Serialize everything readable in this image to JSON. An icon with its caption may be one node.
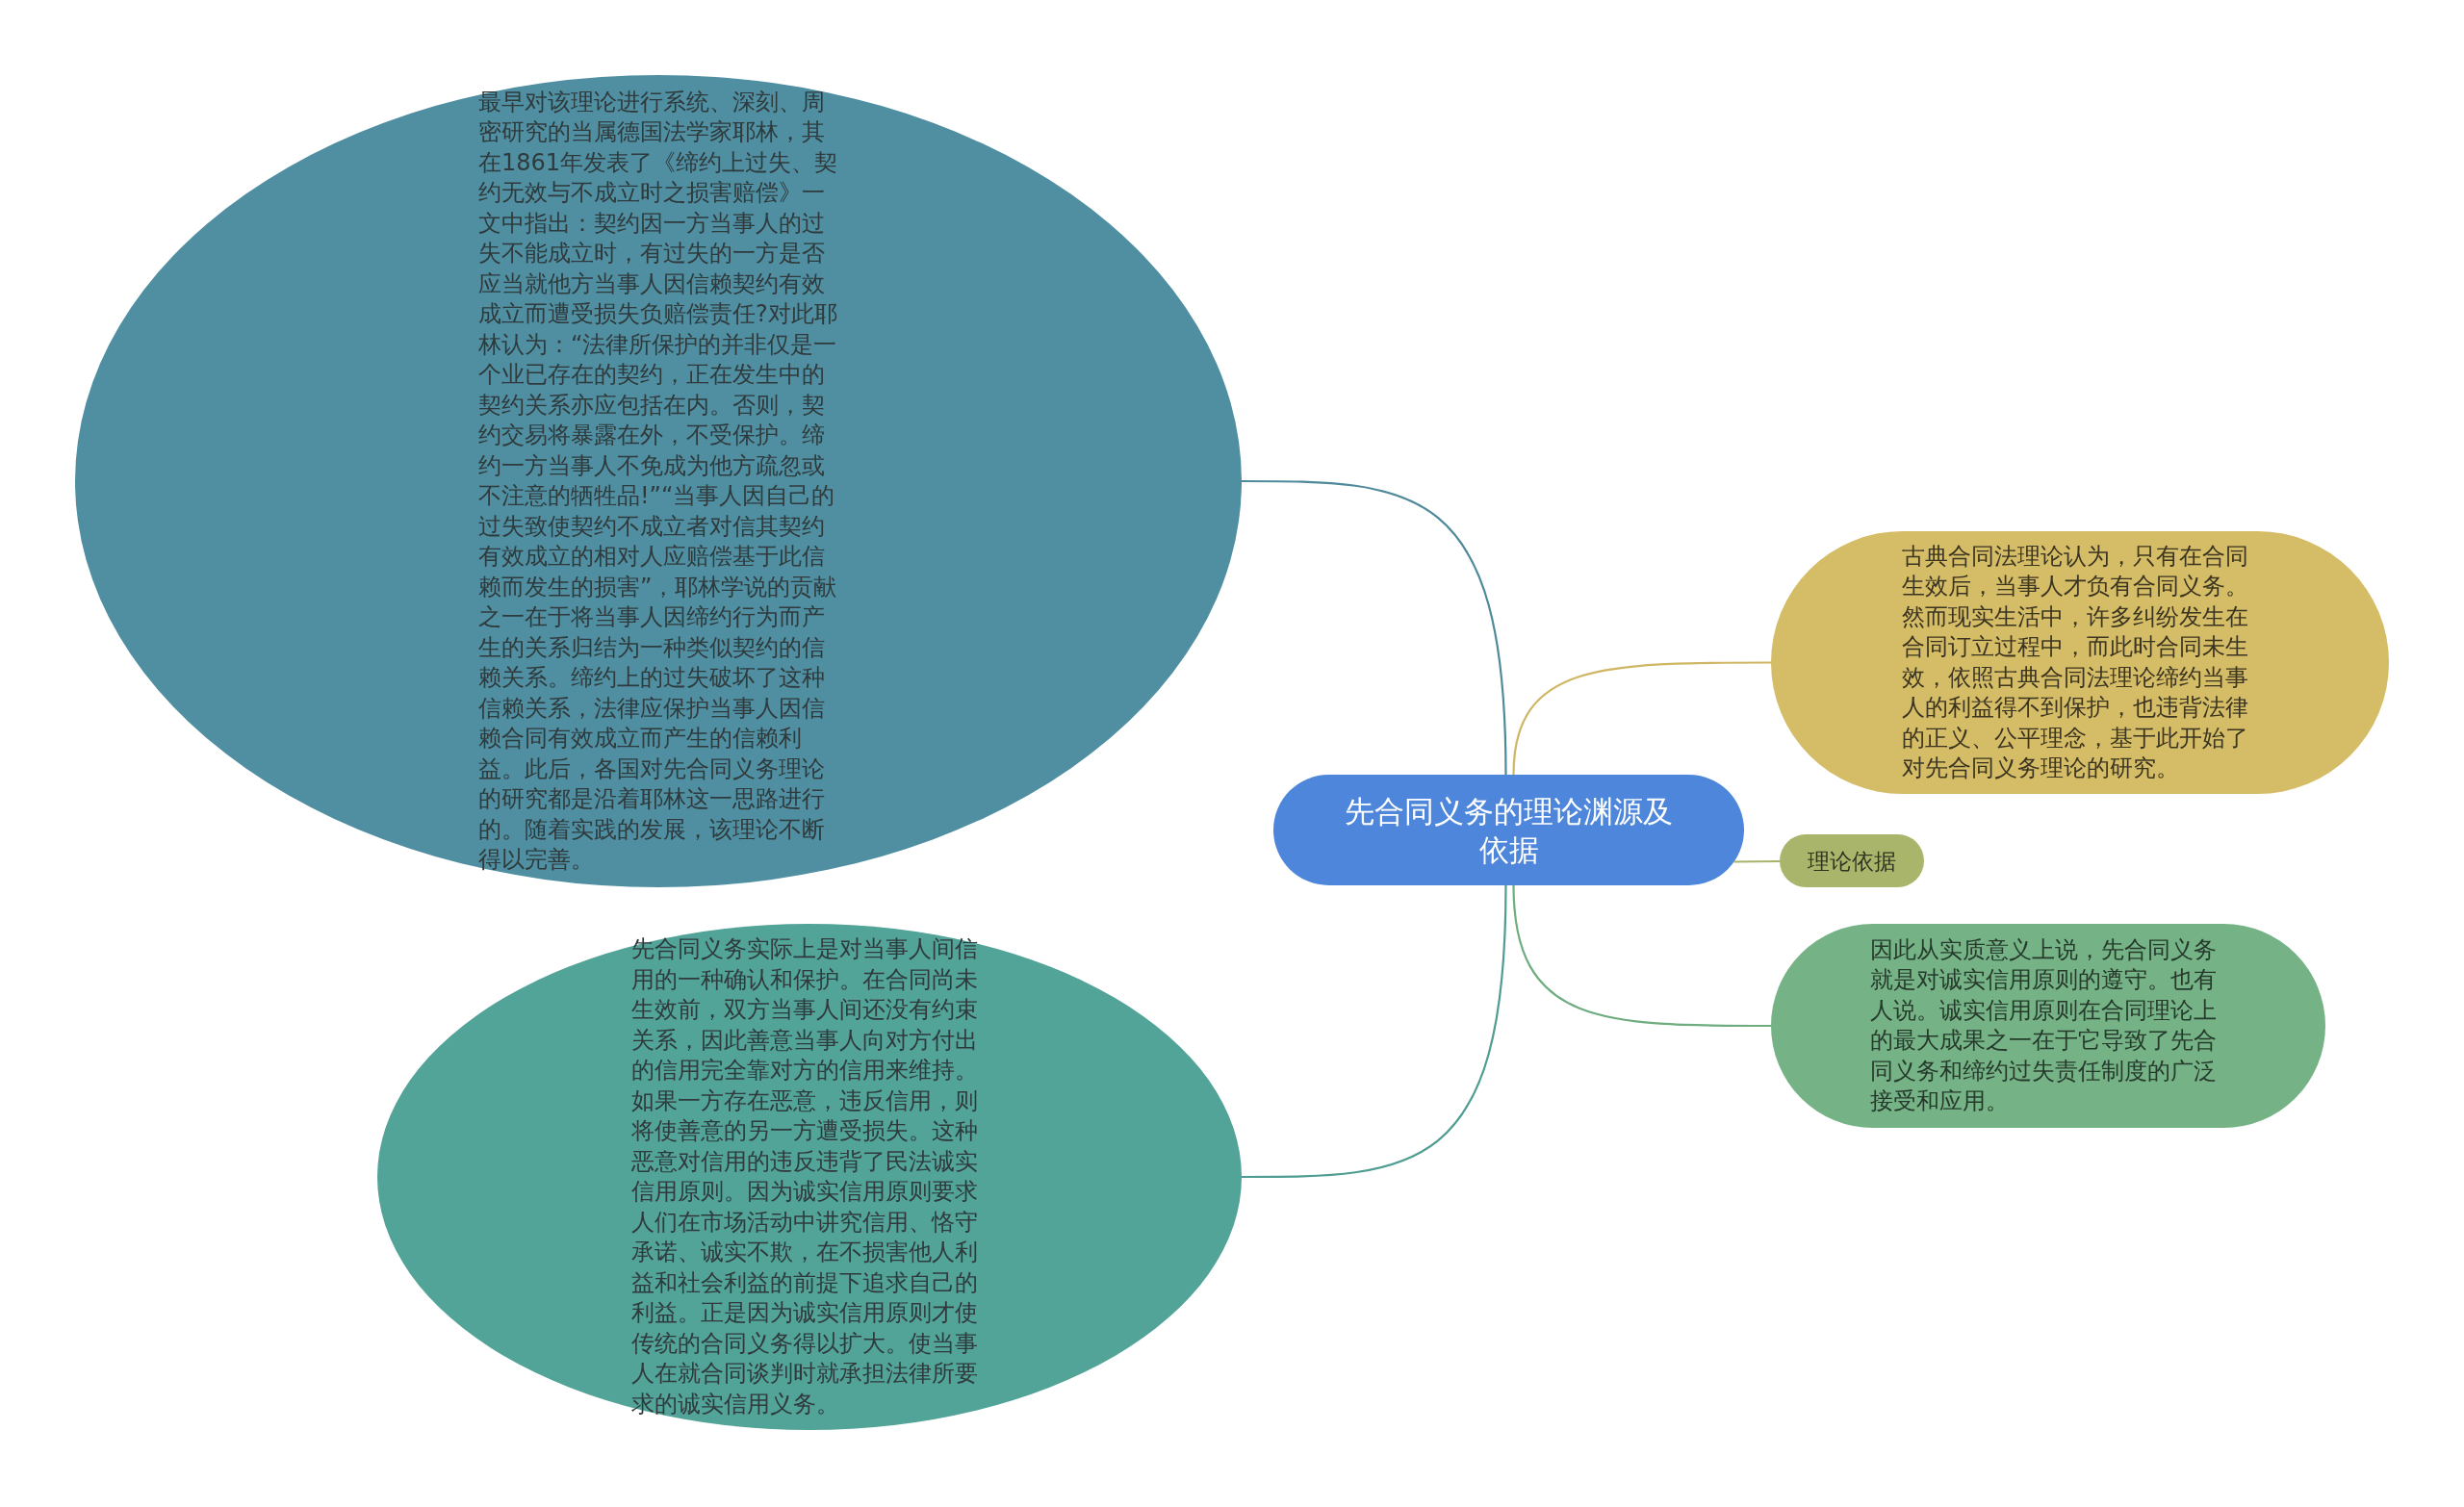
{
  "diagram": {
    "nodes": [
      {
        "text": [
          "先合同义务的理论渊源及依据"
        ]
      },
      {
        "text": [
          "最早对该理论进行系统、深刻、周密研究的当属德国法学家耶林，其在1861年发表了《缔约上过失、契约无效与不成立时之损害赔偿》一文中指出：契约因一方当事人的过失不能成立时，有过失的一方是否应当就他方当事人因信赖契约有效成立而遭受损失负赔偿责任?对此耶林认为：“法律所保护的并非仅是一个业已存在的契约，正在发生中的契约关系亦应包括在内。否则，契约交易将暴露在外，不受保护。缔约一方当事人不免成为他方疏忽或不注意的牺牲品!”“当事人因自己的过失致使契约不成立者对信其契约有效成立的相对人应赔偿基于此信赖而发生的损害”，耶林学说的贡献之一在于将当事人因缔约行为而产生的关系归结为一种类似契约的信赖关系。缔约上的过失破坏了这种信赖关系，法律应保护当事人因信赖合同有效成立而产生的信赖利益。此后，各国对先合同义务理论的研究都是沿着耶林这一思路进行的。随着实践的发展，该理论不断得以完善。"
        ]
      },
      {
        "text": [
          "先合同义务实际上是对当事人间信用的一种确认和保护。在合同尚未生效前，双方当事人间还没有约束关系，因此善意当事人向对方付出的信用完全靠对方的信用来维持。如果一方存在恶意，违反信用，则将使善意的另一方遭受损失。这种恶意对信用的违反违背了民法诚实信用原则。因为诚实信用原则要求人们在市场活动中讲究信用、恪守承诺、诚实不欺，在不损害他人利益和社会利益的前提下追求自己的利益。正是因为诚实信用原则才使传统的合同义务得以扩大。使当事人在就合同谈判时就承担法律所要求的诚实信用义务。"
        ]
      },
      {
        "text": [
          "古典合同法理论认为，只有在合同生效后，当事人才负有合同义务。然而现实生活中，许多纠纷发生在合同订立过程中，而此时合同未生效，依照古典合同法理论缔约当事人的利益得不到保护，也违背法律的正义、公平理念，基于此开始了对先合同义务理论的研究。"
        ]
      },
      {
        "text": [
          "理论依据"
        ]
      },
      {
        "text": [
          "因此从实质意义上说，先合同义务就是对诚实信用原则的遵守。也有人说。诚实信用原则在合同理论上的最大成果之一在于它导致了先合同义务和缔约过失责任制度的广泛接受和应用。"
        ]
      }
    ],
    "edges": [
      {
        "from": 0,
        "to": 1,
        "arrow": "none",
        "color": "#4f8a9b"
      },
      {
        "from": 0,
        "to": 2,
        "arrow": "none",
        "color": "#4f9d92"
      },
      {
        "from": 0,
        "to": 3,
        "arrow": "none",
        "color": "#cfb664"
      },
      {
        "from": 0,
        "to": 4,
        "arrow": "none",
        "color": "#a6b36a"
      },
      {
        "from": 0,
        "to": 5,
        "arrow": "none",
        "color": "#6fad80"
      }
    ]
  }
}
